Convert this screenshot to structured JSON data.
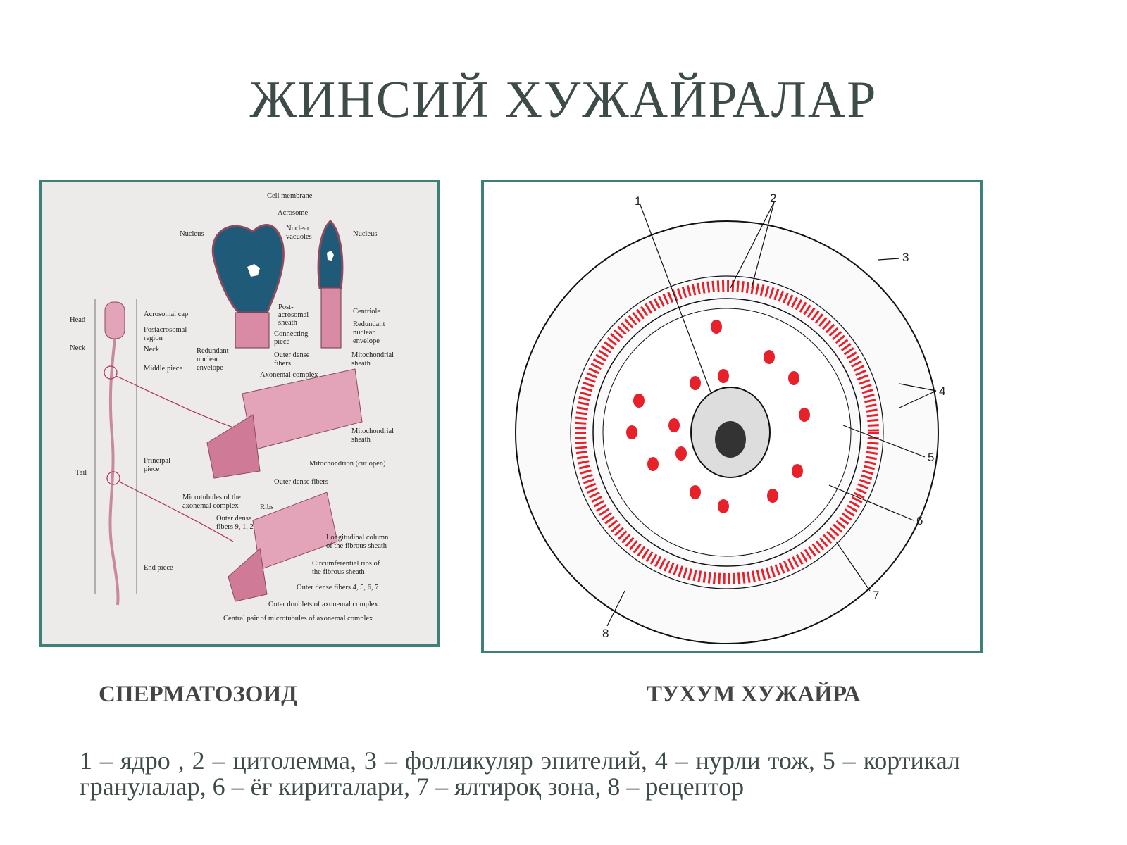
{
  "slide": {
    "title": "ЖИНСИЙ ХУЖАЙРАЛАР",
    "caption_left": "СПЕРМАТОЗОИД",
    "caption_right": "ТУХУМ ХУЖАЙРА",
    "legend": "1 – ядро , 2 – цитолемма, 3 – фолликуляр эпителий, 4  – нурли тож, 5 – кортикал гранулалар, 6 – ёғ кириталари, 7 – ялтироқ зона, 8 – рецептор"
  },
  "sperm_labels": {
    "cell_membrane": "Cell membrane",
    "acrosome": "Acrosome",
    "nucleus_left": "Nucleus",
    "nuclear_vacuoles_1": "Nuclear",
    "nuclear_vacuoles_2": "vacuoles",
    "nucleus_right": "Nucleus",
    "head": "Head",
    "neck": "Neck",
    "tail": "Tail",
    "acrosomal_cap": "Acrosomal cap",
    "postacrosomal_1": "Postacrosomal",
    "postacrosomal_2": "region",
    "neck_right": "Neck",
    "middle_piece": "Middle piece",
    "post_acro_sheath_1": "Post-",
    "post_acro_sheath_2": "acrosomal",
    "post_acro_sheath_3": "sheath",
    "connecting_1": "Connecting",
    "connecting_2": "piece",
    "centriole": "Centriole",
    "redundant_r_1": "Redundant",
    "redundant_r_2": "nuclear",
    "redundant_r_3": "envelope",
    "redundant_l_1": "Redundant",
    "redundant_l_2": "nuclear",
    "redundant_l_3": "envelope",
    "outer_dense_1": "Outer dense",
    "outer_dense_2": "fibers",
    "mito_sheath_top_1": "Mitochondrial",
    "mito_sheath_top_2": "sheath",
    "axonemal_complex": "Axonemal complex",
    "mito_sheath_1": "Mitochondrial",
    "mito_sheath_2": "sheath",
    "mitochondrion": "Mitochondrion (cut open)",
    "outer_dense_fibers": "Outer dense fibers",
    "principal_1": "Principal",
    "principal_2": "piece",
    "microtubules_1": "Microtubules of the",
    "microtubules_2": "axonemal complex",
    "ribs": "Ribs",
    "odf_912_1": "Outer dense",
    "odf_912_2": "fibers 9, 1, 2",
    "longitudinal_1": "Longitudinal column",
    "longitudinal_2": "of the fibrous sheath",
    "end_piece": "End piece",
    "circumferential_1": "Circumferential ribs of",
    "circumferential_2": "the fibrous sheath",
    "odf_4567": "Outer dense fibers 4, 5, 6, 7",
    "outer_doublets": "Outer doublets of axonemal complex",
    "central_pair": "Central pair of microtubules of axonemal complex"
  },
  "egg_numbers": {
    "n1": "1",
    "n2": "2",
    "n3": "3",
    "n4": "4",
    "n5": "5",
    "n6": "6",
    "n7": "7",
    "n8": "8"
  },
  "colors": {
    "frame": "#3e8078",
    "nucleus_blue": "#1f5a78",
    "sperm_pink": "#d98aa5",
    "egg_red": "#e8202a"
  }
}
